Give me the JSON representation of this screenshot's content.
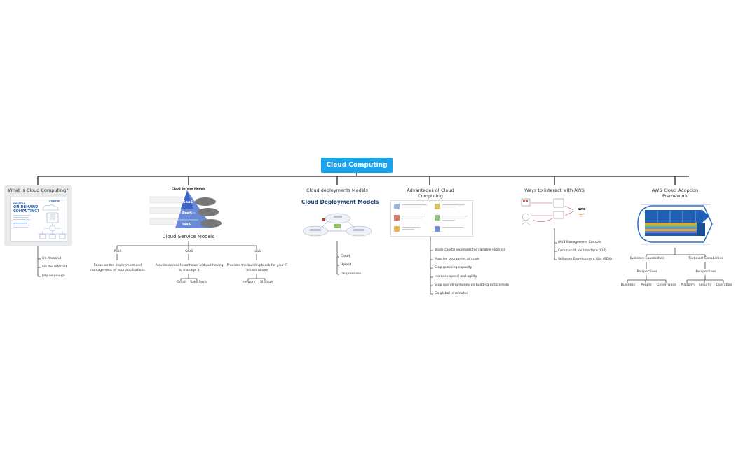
{
  "root": {
    "label": "Cloud Computing"
  },
  "what": {
    "title": "What is Cloud Computing?",
    "infographic": {
      "brand": "STARTUP",
      "heading": [
        "WHAT IS",
        "ON-DEMAND",
        "COMPUTING?"
      ]
    },
    "items": [
      "On-demand",
      "via the internet",
      "pay-as-you-go"
    ]
  },
  "service": {
    "pyramid_title": "Cloud Service Models",
    "pyramid_levels": [
      "SaaS",
      "PaaS",
      "IaaS"
    ],
    "title": "Cloud Service Models",
    "paas": {
      "label": "PaaS",
      "desc": "Focus on the deployment and management of your applications"
    },
    "saas": {
      "label": "SaaS",
      "desc": "Provide access to software without having to manage it",
      "examples": [
        "Gmail",
        "Salesforce"
      ]
    },
    "iaas": {
      "label": "IaaS",
      "desc": "Provides the building block for your IT infrastructure",
      "examples": [
        "network",
        "Storage"
      ]
    }
  },
  "deploy": {
    "title": "Cloud deployments Models",
    "image_title": "Cloud Deployment Models",
    "items": [
      "Cloud",
      "Hybrid",
      "On-premises"
    ]
  },
  "adv": {
    "title_lines": [
      "Advantages of Cloud",
      "Computing"
    ],
    "items": [
      "Trade capital expenses for variable expense",
      "Massive economies of scale",
      "Stop guessing capacity",
      "Increase speed and agility",
      "Stop spending money on building datacenters",
      "Go global in minutes"
    ]
  },
  "ways": {
    "title": "Ways to interact with AWS",
    "logo": "aws",
    "items": [
      "AWS Management Console",
      "Command Line Interface (CLI)",
      "Software Development Kits (SDK)"
    ]
  },
  "caf": {
    "title_lines": [
      "AWS Cloud Adoption",
      "Framework"
    ],
    "business": {
      "label": "Business Capabilities",
      "persp": "Perspectives",
      "items": [
        "Business",
        "People",
        "Governance"
      ]
    },
    "technical": {
      "label": "Technical Capabilities",
      "persp": "Perspectives",
      "items": [
        "Platform",
        "Security",
        "Operation"
      ]
    }
  },
  "colors": {
    "root": "#1aa3ea",
    "line": "#222222",
    "card": "#e9eaec",
    "aws_blue": "#1f5fb4",
    "pyramid": "#5b7fd0"
  }
}
